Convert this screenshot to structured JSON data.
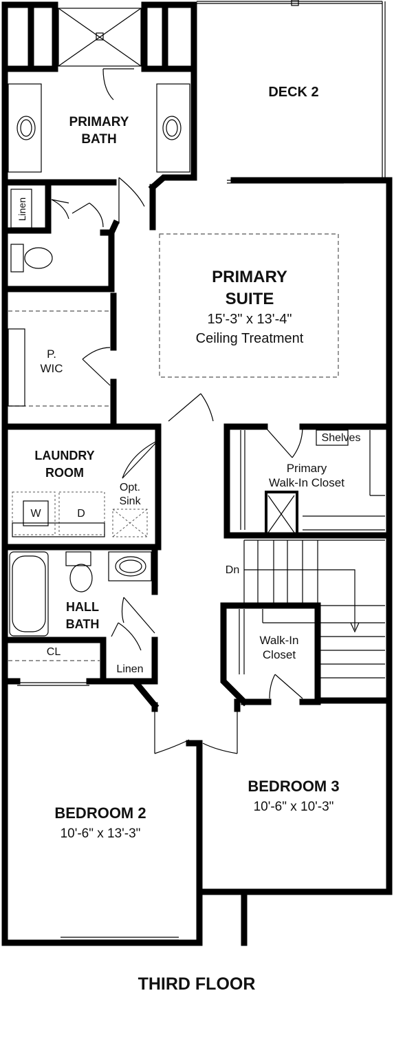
{
  "floor_title": "THIRD FLOOR",
  "rooms": {
    "deck": {
      "name": "DECK 2"
    },
    "primary_bath": {
      "line1": "PRIMARY",
      "line2": "BATH"
    },
    "linen_upper": {
      "name": "Linen"
    },
    "primary_suite": {
      "line1": "PRIMARY",
      "line2": "SUITE",
      "dims": "15'-3\" x 13'-4\"",
      "note": "Ceiling Treatment"
    },
    "primary_wic": {
      "line1": "P.",
      "line2": "WIC"
    },
    "laundry": {
      "line1": "LAUNDRY",
      "line2": "ROOM",
      "washer": "W",
      "dryer": "D",
      "sink_line1": "Opt.",
      "sink_line2": "Sink"
    },
    "primary_closet": {
      "shelves": "Shelves",
      "line1": "Primary",
      "line2": "Walk-In Closet"
    },
    "stairs": {
      "label": "Dn"
    },
    "hall_bath": {
      "line1": "HALL",
      "line2": "BATH"
    },
    "closet": {
      "name": "CL"
    },
    "linen_lower": {
      "name": "Linen"
    },
    "walkin_closet": {
      "line1": "Walk-In",
      "line2": "Closet"
    },
    "bedroom2": {
      "name": "BEDROOM 2",
      "dims": "10'-6\" x 13'-3\""
    },
    "bedroom3": {
      "name": "BEDROOM 3",
      "dims": "10'-6\" x 10'-3\""
    }
  }
}
